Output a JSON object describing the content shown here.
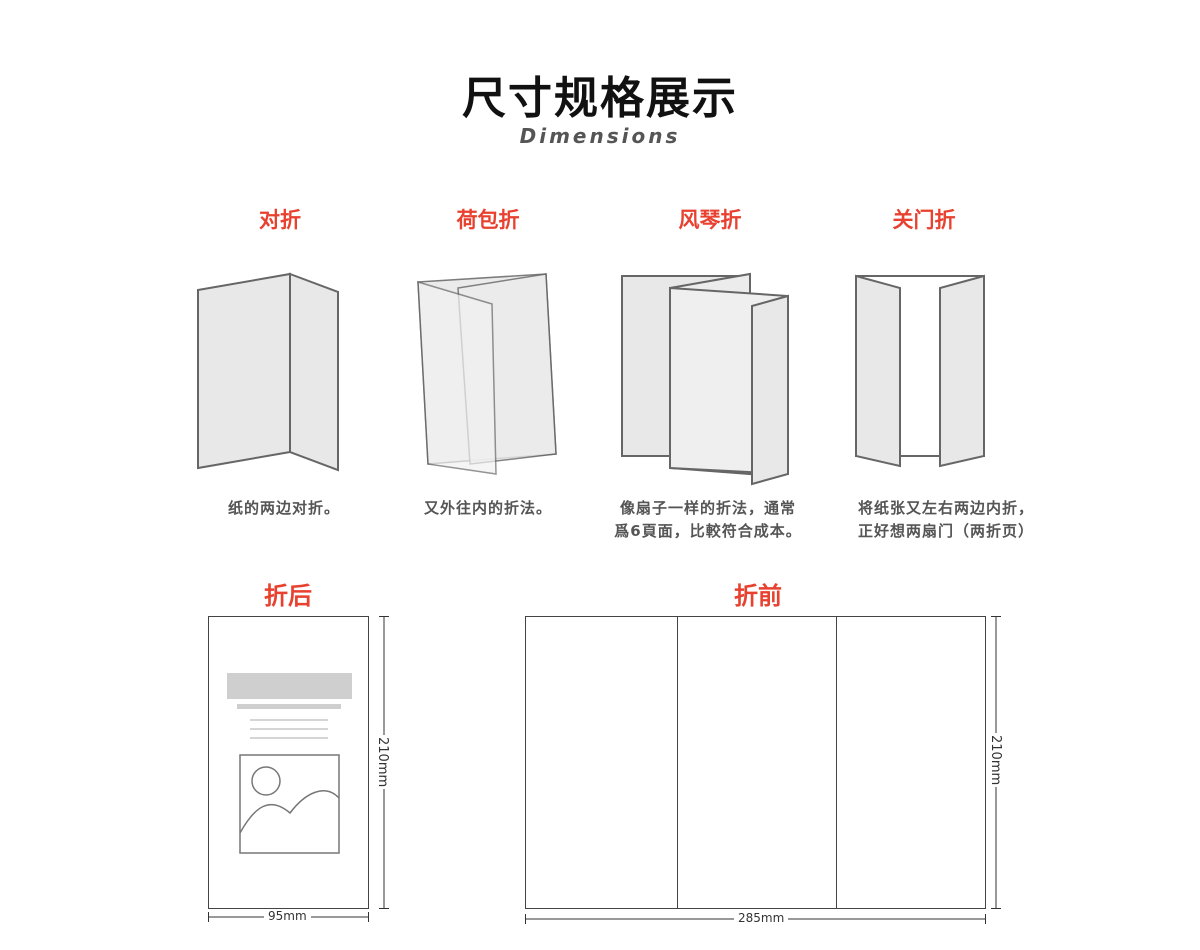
{
  "header": {
    "title": "尺寸规格展示",
    "subtitle": "Dimensions"
  },
  "folds": [
    {
      "name": "对折",
      "desc": "纸的两边对折。",
      "icon": "bi-fold-icon"
    },
    {
      "name": "荷包折",
      "desc": "又外往内的折法。",
      "icon": "roll-fold-icon"
    },
    {
      "name": "风琴折",
      "desc": "像扇子一样的折法，通常\n爲6頁面，比較符合成本。",
      "icon": "accordion-fold-icon"
    },
    {
      "name": "关门折",
      "desc": "将纸张又左右两边内折，\n正好想两扇门（两折页）",
      "icon": "gate-fold-icon"
    }
  ],
  "after_fold": {
    "title": "折后",
    "width_label": "95mm",
    "height_label": "210mm"
  },
  "before_fold": {
    "title": "折前",
    "width_label": "285mm",
    "height_label": "210mm"
  },
  "colors": {
    "accent": "#e8412f",
    "line": "#666666",
    "panel_fill": "#e8e8e8"
  }
}
